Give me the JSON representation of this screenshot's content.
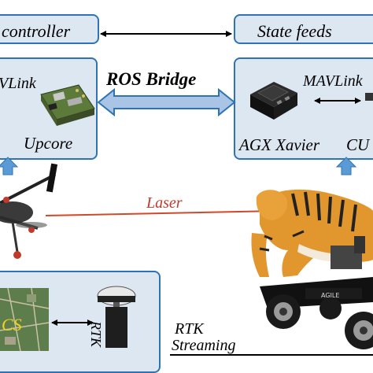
{
  "diagram": {
    "top_left_box": {
      "title": "controller"
    },
    "top_right_box": {
      "title": "State feeds"
    },
    "left_box": {
      "mavlink": "VLink",
      "board": "Upcore"
    },
    "right_box": {
      "mavlink": "MAVLink",
      "board": "AGX Xavier",
      "cut_label": "CU"
    },
    "bridge": {
      "label": "ROS Bridge"
    },
    "laser": {
      "label": "Laser"
    },
    "bottom_box": {
      "gcs": "CS",
      "rtk": "RTK"
    },
    "streaming": {
      "line1": "RTK",
      "line2": "Streaming"
    }
  },
  "colors": {
    "box_fill": "#dde7f2",
    "box_border": "#2e74b5",
    "up_arrow": "#5b9bd5",
    "bridge_arrow": "#a9c4e4",
    "laser": "#d04a2a",
    "laser_text": "#c0392b"
  }
}
